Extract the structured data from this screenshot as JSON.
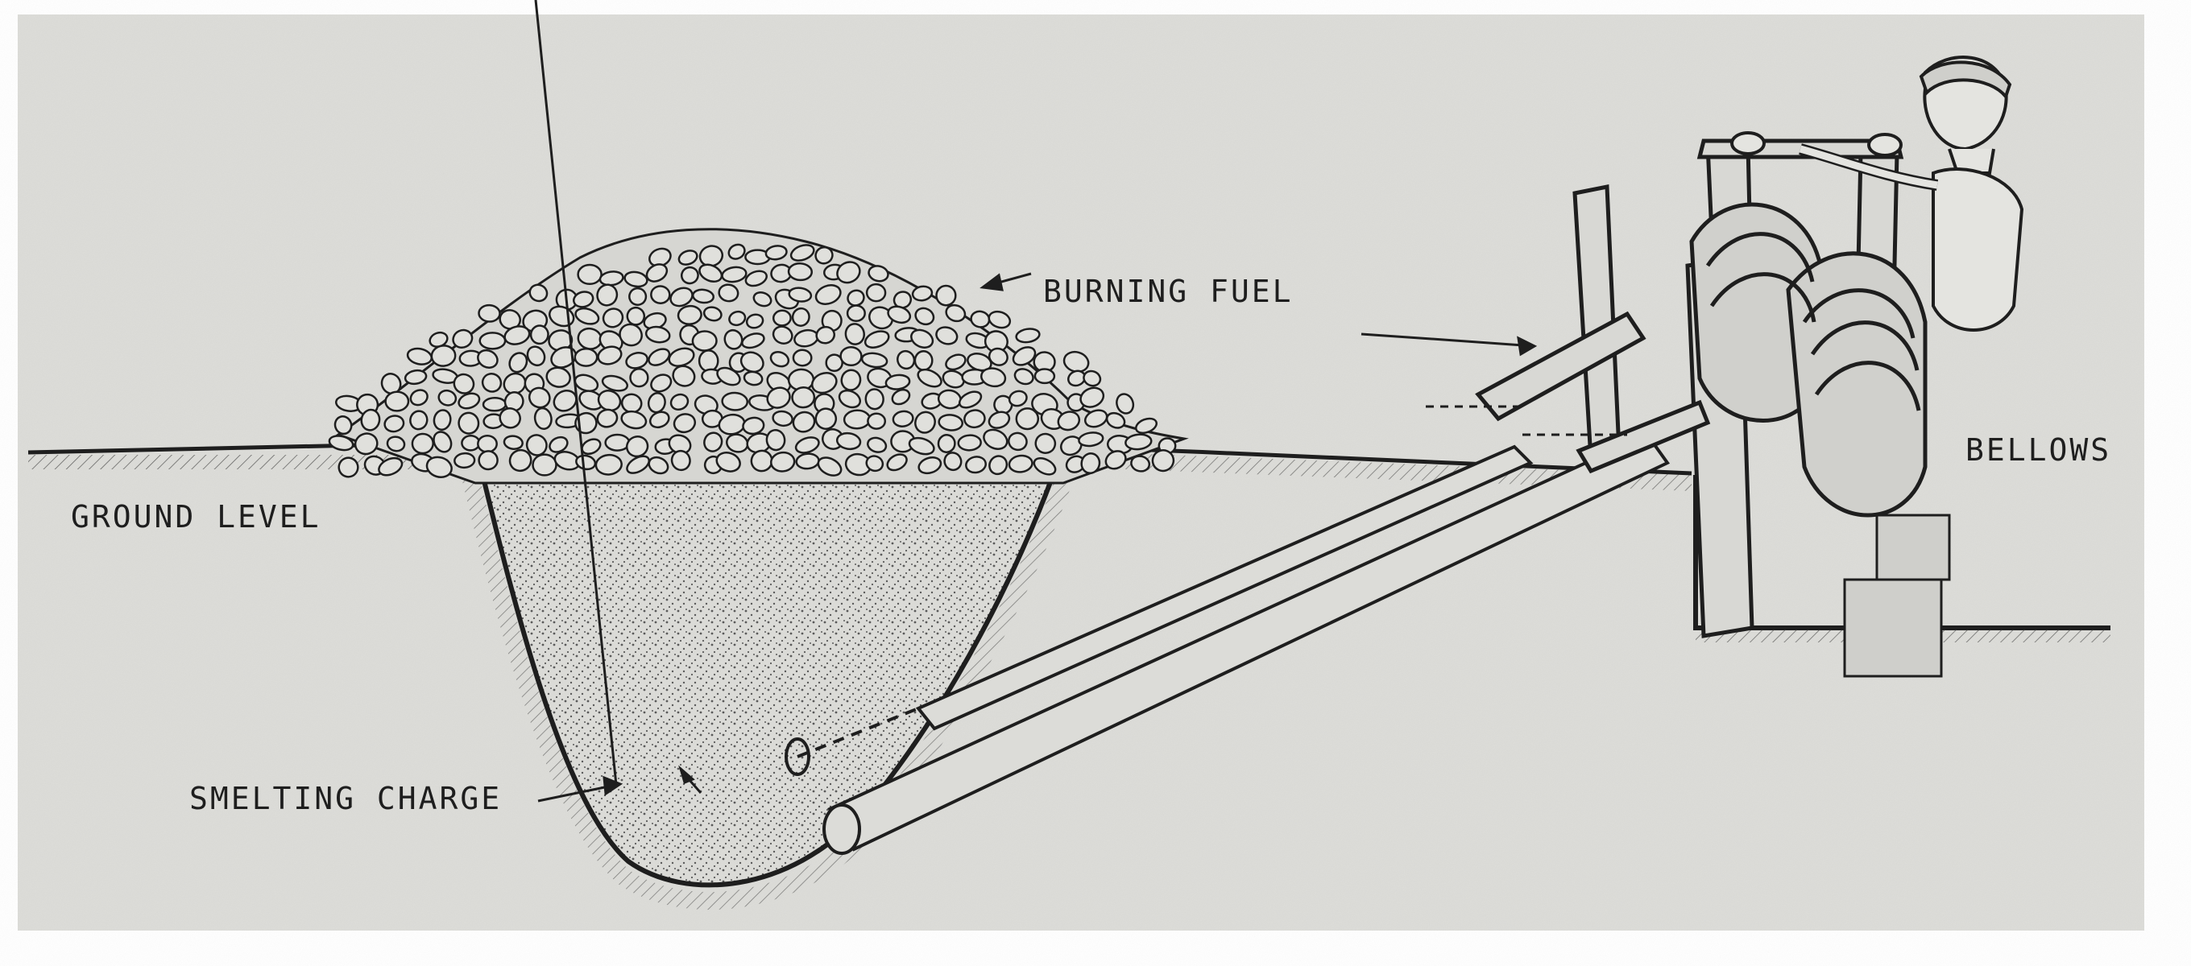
{
  "labels": {
    "burning_fuel": "BURNING FUEL",
    "ground_level": "GROUND LEVEL",
    "smelting_charge": "SMELTING CHARGE",
    "bellows": "BELLOWS"
  },
  "colors": {
    "paper": "#dcdcd8",
    "ink": "#1e1e1e",
    "stipple": "#555555"
  }
}
